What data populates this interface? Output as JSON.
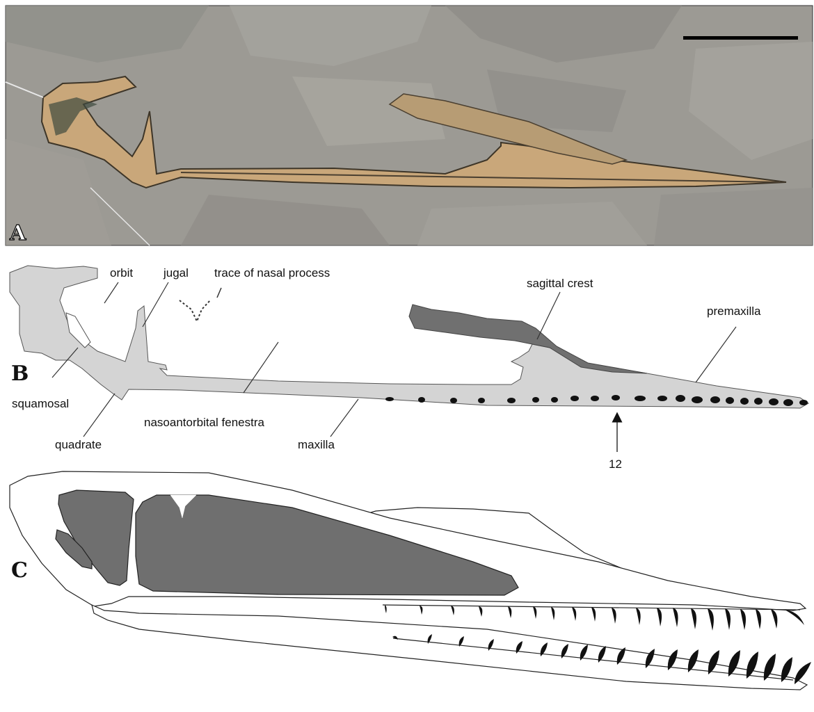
{
  "panels": {
    "a": "A",
    "b": "B",
    "c": "C"
  },
  "labels": {
    "orbit": "orbit",
    "jugal": "jugal",
    "trace_nasal": "trace of nasal process",
    "sagittal_crest": "sagittal crest",
    "premaxilla": "premaxilla",
    "squamosal": "squamosal",
    "quadrate": "quadrate",
    "nasoantorbital": "nasoantorbital fenestra",
    "maxilla": "maxilla",
    "tooth_number": "12"
  },
  "colors": {
    "bone_gray": "#d4d4d4",
    "fenestra_gray": "#6f6f6f",
    "crest_gray": "#707070",
    "rock": "#9c9a94",
    "fossil": "#c9a77a"
  }
}
